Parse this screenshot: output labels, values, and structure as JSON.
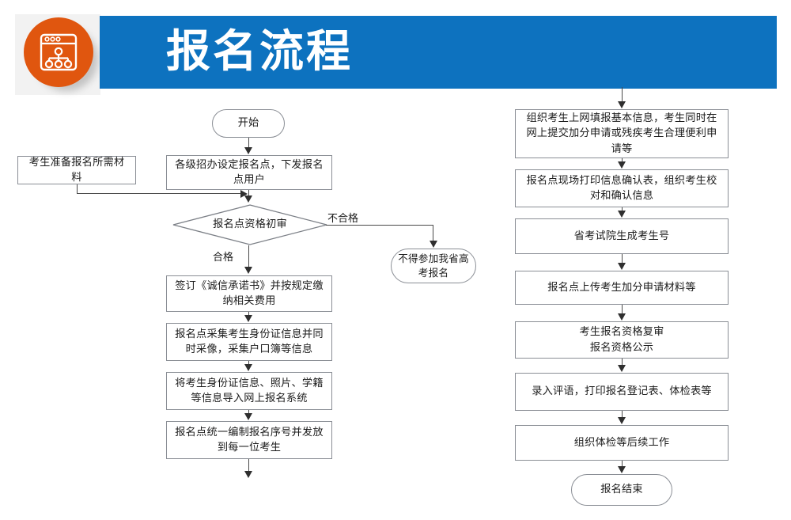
{
  "header": {
    "title": "报名流程",
    "icon_name": "org-chart-window-icon",
    "bar_color": "#0d72bf",
    "icon_circle_color": "#e0560f",
    "icon_panel_color": "#f2f2f2",
    "title_color": "#ffffff"
  },
  "flow": {
    "left_column": [
      {
        "id": "start",
        "type": "terminator",
        "label": "开始"
      },
      {
        "id": "set-points",
        "type": "process",
        "label": "各级招办设定报名点，下发报名点用户"
      },
      {
        "id": "first-review",
        "type": "decision",
        "label": "报名点资格初审"
      },
      {
        "id": "sign-pledge",
        "type": "process",
        "label": "签订《诚信承诺书》并按规定缴纳相关费用"
      },
      {
        "id": "collect-id",
        "type": "process",
        "label": "报名点采集考生身份证信息并同时采像，采集户口簿等信息"
      },
      {
        "id": "import-data",
        "type": "process",
        "label": "将考生身份证信息、照片、学籍等信息导入网上报名系统"
      },
      {
        "id": "assign-no",
        "type": "process",
        "label": "报名点统一编制报名序号并发放到每一位考生"
      }
    ],
    "side_nodes": [
      {
        "id": "prepare-materials",
        "type": "process",
        "label": "考生准备报名所需材料"
      },
      {
        "id": "reject",
        "type": "terminator",
        "label": "不得参加我省高考报名"
      }
    ],
    "edge_labels": [
      {
        "id": "fail",
        "label": "不合格"
      },
      {
        "id": "pass",
        "label": "合格"
      }
    ],
    "right_column": [
      {
        "id": "fill-online",
        "type": "process",
        "label": "组织考生上网填报基本信息，考生同时在网上提交加分申请或残疾考生合理便利申请等"
      },
      {
        "id": "print-confirm",
        "type": "process",
        "label": "报名点现场打印信息确认表，组织考生校对和确认信息"
      },
      {
        "id": "generate-no",
        "type": "process",
        "label": "省考试院生成考生号"
      },
      {
        "id": "upload-bonus",
        "type": "process",
        "label": "报名点上传考生加分申请材料等"
      },
      {
        "id": "re-review",
        "type": "process",
        "label": "考生报名资格复审\n报名资格公示"
      },
      {
        "id": "enter-comments",
        "type": "process",
        "label": "录入评语，打印报名登记表、体检表等"
      },
      {
        "id": "organize-exam",
        "type": "process",
        "label": "组织体检等后续工作"
      },
      {
        "id": "end",
        "type": "terminator",
        "label": "报名结束"
      }
    ]
  }
}
